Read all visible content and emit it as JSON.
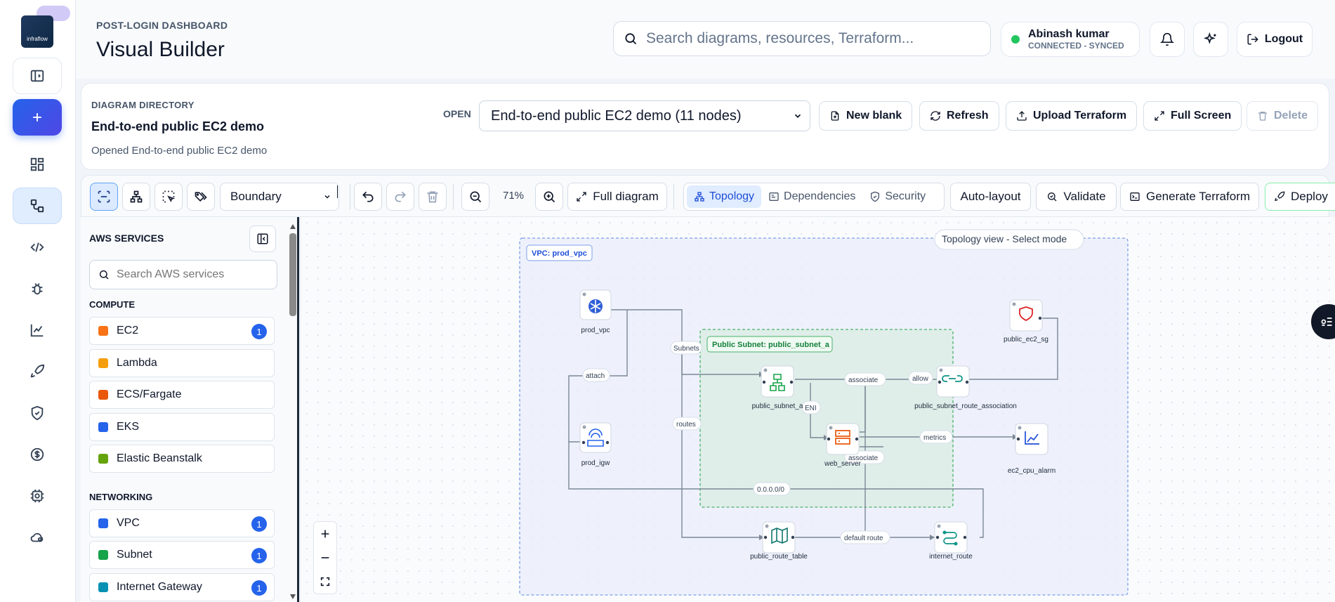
{
  "header": {
    "eyebrow": "POST-LOGIN DASHBOARD",
    "title": "Visual Builder",
    "search_placeholder": "Search diagrams, resources, Terraform...",
    "user_name": "Abinash kumar",
    "user_status": "CONNECTED - SYNCED",
    "logout": "Logout"
  },
  "nav": {
    "logo_text": "infraflow"
  },
  "directory": {
    "eyebrow": "DIAGRAM DIRECTORY",
    "name": "End-to-end public EC2 demo",
    "status": "Opened End-to-end public EC2 demo",
    "open_label": "OPEN",
    "selected": "End-to-end public EC2 demo (11 nodes)",
    "new_blank": "New blank",
    "refresh": "Refresh",
    "upload": "Upload Terraform",
    "fullscreen": "Full Screen",
    "delete": "Delete"
  },
  "toolbar": {
    "boundary": "Boundary",
    "zoom": "71%",
    "full_diagram": "Full diagram",
    "topology": "Topology",
    "dependencies": "Dependencies",
    "security": "Security",
    "autolayout": "Auto-layout",
    "validate": "Validate",
    "generate": "Generate Terraform",
    "deploy": "Deploy"
  },
  "panel": {
    "title": "AWS SERVICES",
    "search_placeholder": "Search AWS services",
    "compute_title": "COMPUTE",
    "networking_title": "NETWORKING",
    "compute": [
      {
        "name": "EC2",
        "color": "#f97316",
        "count": "1"
      },
      {
        "name": "Lambda",
        "color": "#f59e0b",
        "count": ""
      },
      {
        "name": "ECS/Fargate",
        "color": "#ea580c",
        "count": ""
      },
      {
        "name": "EKS",
        "color": "#2563eb",
        "count": ""
      },
      {
        "name": "Elastic Beanstalk",
        "color": "#65a30d",
        "count": ""
      }
    ],
    "networking": [
      {
        "name": "VPC",
        "color": "#2563eb",
        "count": "1"
      },
      {
        "name": "Subnet",
        "color": "#16a34a",
        "count": "1"
      },
      {
        "name": "Internet Gateway",
        "color": "#0891b2",
        "count": "1"
      }
    ]
  },
  "diagram": {
    "vpc_label": "VPC: prod_vpc",
    "subnet_label": "Public Subnet: public_subnet_a",
    "view_label": "Topology view - Select mode",
    "nodes": {
      "prod_vpc": "prod_vpc",
      "prod_igw": "prod_igw",
      "public_subnet_a": "public_subnet_a",
      "web_server": "web_server",
      "public_subnet_route_association": "public_subnet_route_association",
      "public_ec2_sg": "public_ec2_sg",
      "ec2_cpu_alarm": "ec2_cpu_alarm",
      "public_route_table": "public_route_table",
      "internet_route": "internet_route"
    },
    "edges": {
      "subnets": "Subnets",
      "attach": "attach",
      "routes": "routes",
      "associate1": "associate",
      "allow": "allow",
      "eni": "ENI",
      "metrics": "metrics",
      "associate2": "associate",
      "cidr": "0.0.0.0/0",
      "default_route": "default route"
    }
  }
}
